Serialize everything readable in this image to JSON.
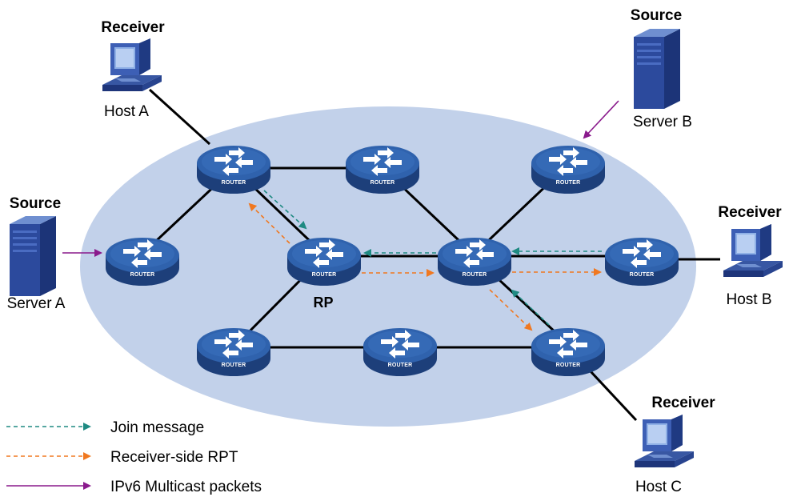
{
  "colors": {
    "domain": "#c2d1ea",
    "router_top": "#2e5fa8",
    "router_side": "#1d3f7a",
    "join": "#1f8a82",
    "rpt": "#f07820",
    "multicast": "#8a1a8c"
  },
  "routers": [
    {
      "id": "r1",
      "label": "ROUTER"
    },
    {
      "id": "r2",
      "label": "ROUTER"
    },
    {
      "id": "r3",
      "label": "ROUTER"
    },
    {
      "id": "r4",
      "label": "ROUTER"
    },
    {
      "id": "rp",
      "label": "ROUTER"
    },
    {
      "id": "r6",
      "label": "ROUTER"
    },
    {
      "id": "r7",
      "label": "ROUTER"
    },
    {
      "id": "r8",
      "label": "ROUTER"
    },
    {
      "id": "r9",
      "label": "ROUTER"
    },
    {
      "id": "r10",
      "label": "ROUTER"
    }
  ],
  "rp_label": "RP",
  "hosts": {
    "host_a": {
      "role": "Receiver",
      "name": "Host A"
    },
    "host_b": {
      "role": "Receiver",
      "name": "Host B"
    },
    "host_c": {
      "role": "Receiver",
      "name": "Host C"
    },
    "server_a": {
      "role": "Source",
      "name": "Server A"
    },
    "server_b": {
      "role": "Source",
      "name": "Server B"
    }
  },
  "legend": [
    {
      "key": "join",
      "label": "Join message"
    },
    {
      "key": "rpt",
      "label": "Receiver-side RPT"
    },
    {
      "key": "multicast",
      "label": "IPv6 Multicast packets"
    }
  ]
}
